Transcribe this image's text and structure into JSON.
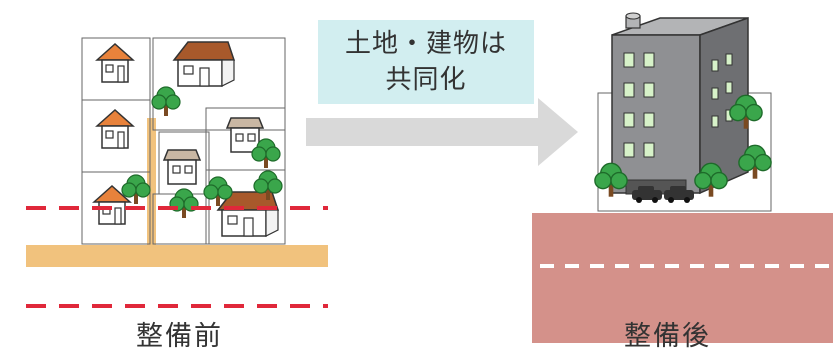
{
  "callout": {
    "line1": "土地・建物は",
    "line2": "共同化"
  },
  "captions": {
    "before": "整備前",
    "after": "整備後"
  },
  "icons": [
    "house-icon",
    "tree-icon",
    "apartment-building-icon",
    "car-icon",
    "arrow-right-icon"
  ],
  "colors": {
    "callout_bg": "#d2eef0",
    "road_before": "#f1c27d",
    "road_after": "#d4918a",
    "dashed_line": "#e0283a",
    "arrow": "#d9d9d9",
    "roof_orange": "#e8823b",
    "roof_brown": "#a8592b",
    "tree_green": "#3aa64b",
    "building_gray": "#8f9093"
  }
}
